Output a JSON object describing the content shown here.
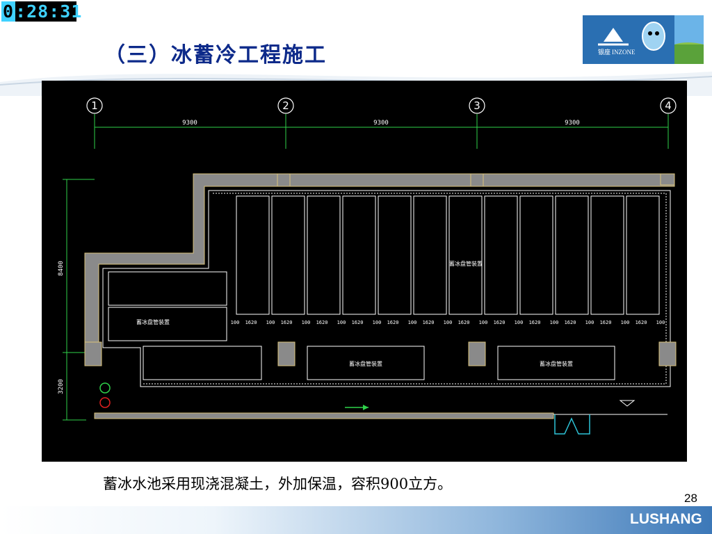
{
  "timer": {
    "prefix": "0",
    "rest": ":28:31"
  },
  "slide": {
    "title": "（三）冰蓄冷工程施工",
    "caption": "蓄冰水池采用现浇混凝土，外加保温，容积900立方。",
    "page_number": "28"
  },
  "logo": {
    "text": "INZONE",
    "chinese_text": "银座"
  },
  "footer": {
    "brand": "LUSHANG"
  },
  "drawing": {
    "grid_labels": [
      "1",
      "2",
      "3",
      "4"
    ],
    "span_dims": [
      "9300",
      "9300",
      "9300"
    ],
    "vertical_dims": [
      "8400",
      "3200"
    ],
    "tank_label": "蓄冰盘管装置",
    "tank_label_left": "蓄冰盘管装置",
    "bottom_dims": [
      "100",
      "1620",
      "100",
      "1620",
      "100",
      "1620",
      "100",
      "1620",
      "100",
      "1620",
      "100",
      "1620",
      "100",
      "1620",
      "100",
      "1620",
      "100",
      "1620",
      "100",
      "1620",
      "100",
      "1620",
      "100",
      "1620",
      "100"
    ]
  },
  "colors": {
    "title": "#0d2a8a",
    "timer": "#3fd1ff",
    "cad_wall": "#888888",
    "cad_line": "#ffffff"
  }
}
